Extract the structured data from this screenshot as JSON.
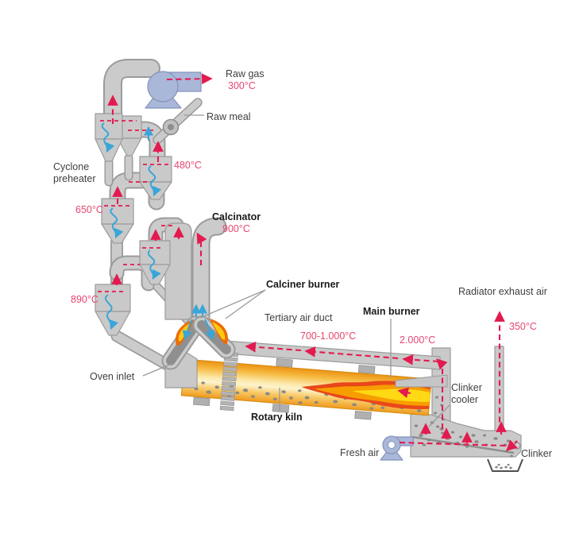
{
  "title": "Cement clinker production process diagram",
  "colors": {
    "accent_red": "#e31a50",
    "flow_blue": "#3aa5d8",
    "fan_blue": "#a9b7d8",
    "pipe_gray": "#c9c9c9",
    "kiln_orange": "#f5a623",
    "flame_yellow": "#ffd915",
    "flame_red": "#e8481a",
    "text_dark": "#3f3f3f"
  },
  "labels": {
    "raw_gas": "Raw gas",
    "t_raw_gas": "300°C",
    "raw_meal": "Raw meal",
    "cyclone_preheater_1": "Cyclone",
    "cyclone_preheater_2": "preheater",
    "t480": "480°C",
    "t650": "650°C",
    "t890": "890°C",
    "calcinator": "Calcinator",
    "t900": "900°C",
    "calciner_burner": "Calciner burner",
    "tertiary_air_duct": "Tertiary air duct",
    "t_tertiary": "700-1.000°C",
    "main_burner": "Main burner",
    "t_main": "2.000°C",
    "radiator_exhaust": "Radiator exhaust air",
    "t_radiator": "350°C",
    "clinker_cooler_1": "Clinker",
    "clinker_cooler_2": "cooler",
    "oven_inlet": "Oven inlet",
    "rotary_kiln": "Rotary kiln",
    "fresh_air": "Fresh air",
    "clinker": "Clinker"
  }
}
